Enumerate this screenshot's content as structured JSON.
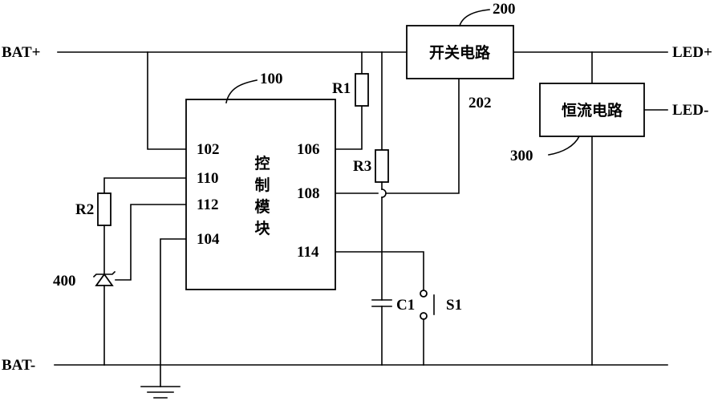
{
  "terminals": {
    "bat_plus": "BAT+",
    "bat_minus": "BAT-",
    "led_plus": "LED+",
    "led_minus": "LED-"
  },
  "control_module": {
    "ref": "100",
    "title_chars": [
      "控",
      "制",
      "模",
      "块"
    ],
    "pins": {
      "p102": "102",
      "p110": "110",
      "p112": "112",
      "p104": "104",
      "p106": "106",
      "p108": "108",
      "p114": "114"
    }
  },
  "switch_circuit": {
    "ref": "200",
    "label": "开关电路",
    "ctrl_ref": "202"
  },
  "current_circuit": {
    "ref": "300",
    "label": "恒流电路"
  },
  "components": {
    "r1": "R1",
    "r2": "R2",
    "r3": "R3",
    "c1": "C1",
    "s1": "S1",
    "zener": "400"
  }
}
